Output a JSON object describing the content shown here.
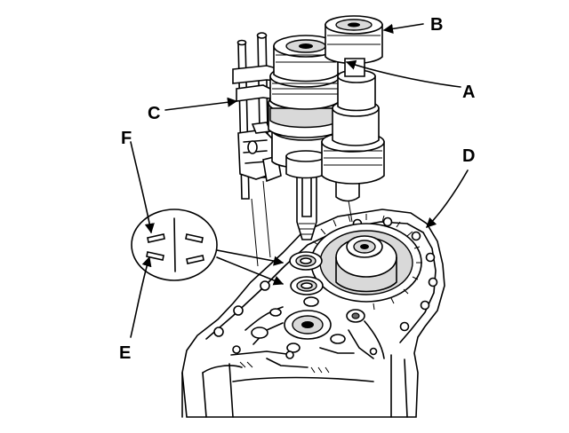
{
  "labels": {
    "a": "A",
    "b": "B",
    "c": "C",
    "d": "D",
    "e": "E",
    "f": "F"
  },
  "colors": {
    "line": "#000000",
    "background": "#ffffff",
    "shade": "#d9d9d9"
  }
}
